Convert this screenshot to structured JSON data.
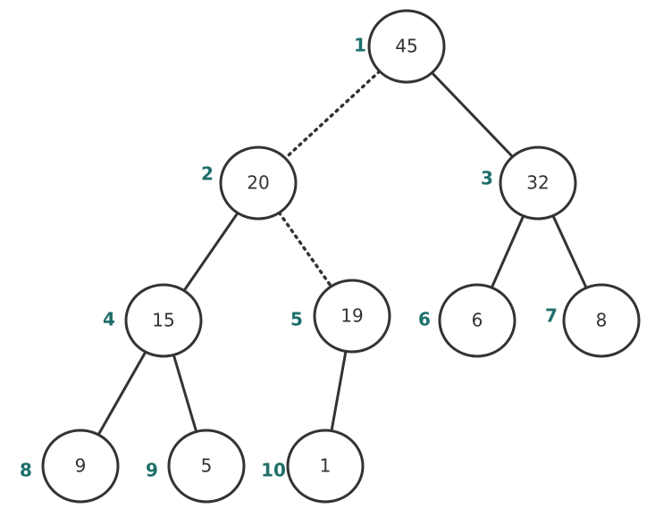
{
  "tree": {
    "nodes": [
      {
        "index": "1",
        "value": "45"
      },
      {
        "index": "2",
        "value": "20"
      },
      {
        "index": "3",
        "value": "32"
      },
      {
        "index": "4",
        "value": "15"
      },
      {
        "index": "5",
        "value": "19"
      },
      {
        "index": "6",
        "value": "6"
      },
      {
        "index": "7",
        "value": "8"
      },
      {
        "index": "8",
        "value": "9"
      },
      {
        "index": "9",
        "value": "5"
      },
      {
        "index": "10",
        "value": "1"
      }
    ],
    "edges": [
      {
        "from": "1",
        "to": "2",
        "style": "dotted"
      },
      {
        "from": "1",
        "to": "3",
        "style": "solid"
      },
      {
        "from": "2",
        "to": "4",
        "style": "solid"
      },
      {
        "from": "2",
        "to": "5",
        "style": "dotted"
      },
      {
        "from": "3",
        "to": "6",
        "style": "solid"
      },
      {
        "from": "3",
        "to": "7",
        "style": "solid"
      },
      {
        "from": "4",
        "to": "8",
        "style": "solid"
      },
      {
        "from": "4",
        "to": "9",
        "style": "solid"
      },
      {
        "from": "5",
        "to": "10",
        "style": "solid"
      }
    ],
    "colors": {
      "index_label": "#1f6f6a",
      "node_stroke": "#333333",
      "edge": "#333333"
    }
  }
}
